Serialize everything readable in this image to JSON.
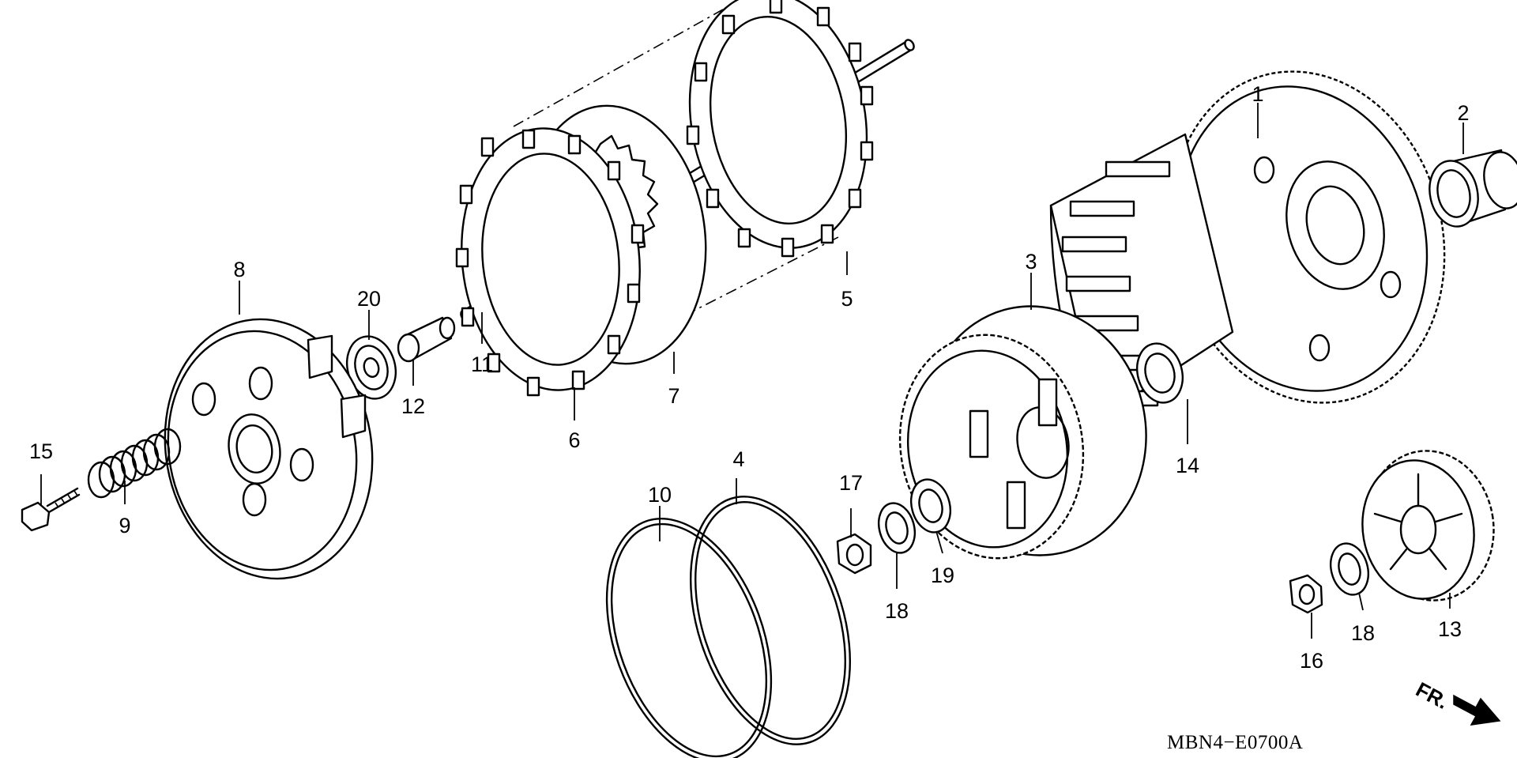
{
  "diagram_code": "MBN4−E0700A",
  "front_indicator": "FR.",
  "callouts": [
    {
      "id": "c1",
      "number": "1"
    },
    {
      "id": "c2",
      "number": "2"
    },
    {
      "id": "c3",
      "number": "3"
    },
    {
      "id": "c4",
      "number": "4"
    },
    {
      "id": "c5",
      "number": "5"
    },
    {
      "id": "c6",
      "number": "6"
    },
    {
      "id": "c7",
      "number": "7"
    },
    {
      "id": "c8",
      "number": "8"
    },
    {
      "id": "c9",
      "number": "9"
    },
    {
      "id": "c10",
      "number": "10"
    },
    {
      "id": "c11",
      "number": "11"
    },
    {
      "id": "c12",
      "number": "12"
    },
    {
      "id": "c13",
      "number": "13"
    },
    {
      "id": "c14",
      "number": "14"
    },
    {
      "id": "c15",
      "number": "15"
    },
    {
      "id": "c16",
      "number": "16"
    },
    {
      "id": "c17",
      "number": "17"
    },
    {
      "id": "c18a",
      "number": "18"
    },
    {
      "id": "c18b",
      "number": "18"
    },
    {
      "id": "c19",
      "number": "19"
    },
    {
      "id": "c20",
      "number": "20"
    }
  ]
}
